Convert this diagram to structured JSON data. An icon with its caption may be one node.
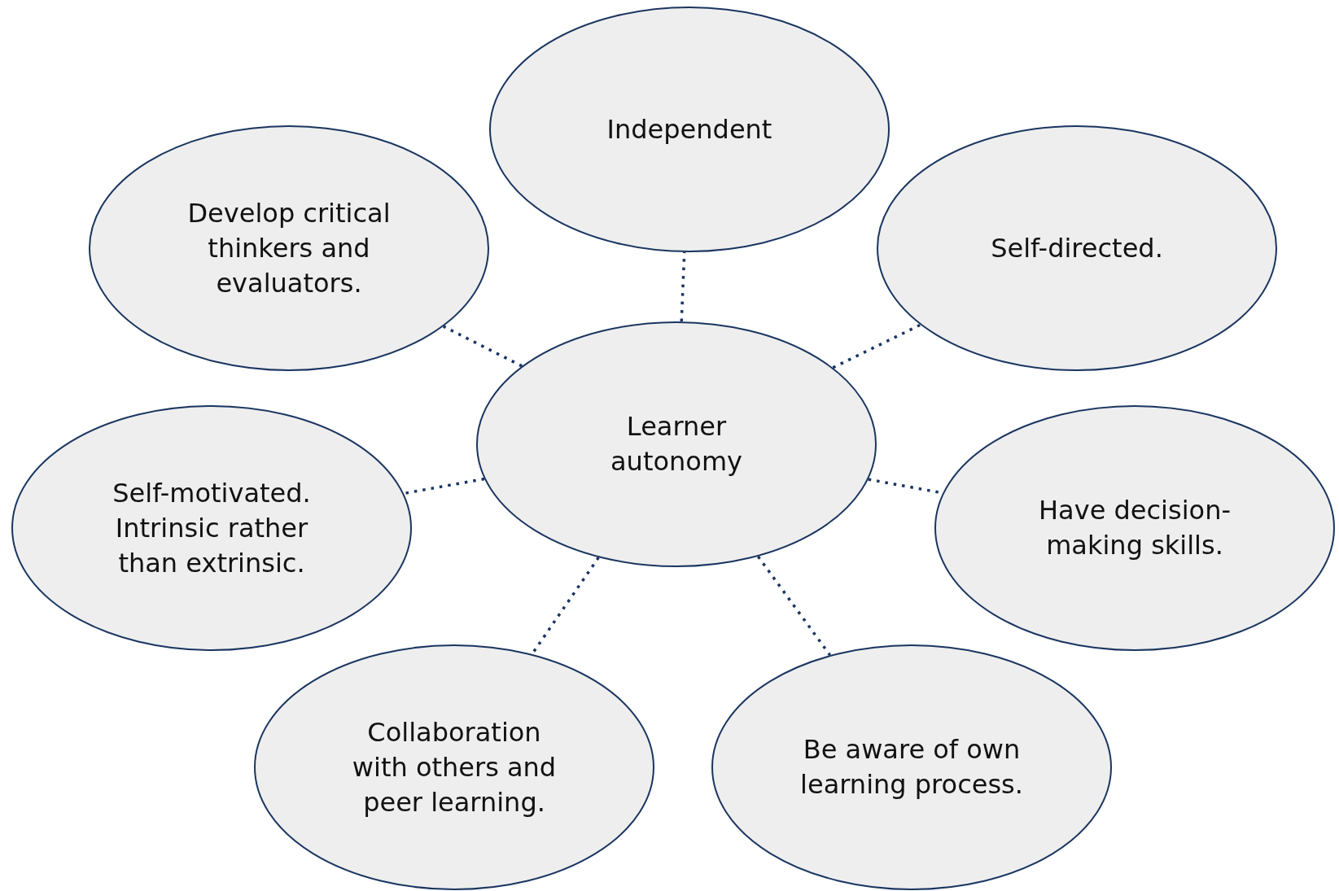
{
  "diagram": {
    "nodes": [
      {
        "text": [
          "Independent"
        ]
      },
      {
        "text": [
          "Develop critical thinkers and evaluators."
        ]
      },
      {
        "text": [
          "Self-directed."
        ]
      },
      {
        "text": [
          "Learner autonomy"
        ]
      },
      {
        "text": [
          "Self-motivated. Intrinsic rather than extrinsic."
        ]
      },
      {
        "text": [
          "Have decision-making skills."
        ]
      },
      {
        "text": [
          "Collaboration with others and peer learning."
        ]
      },
      {
        "text": [
          "Be aware of own learning process."
        ]
      }
    ],
    "edges": [
      {
        "from": 3,
        "to": 0,
        "arrow": "none"
      },
      {
        "from": 3,
        "to": 1,
        "arrow": "none"
      },
      {
        "from": 3,
        "to": 2,
        "arrow": "none"
      },
      {
        "from": 3,
        "to": 4,
        "arrow": "none"
      },
      {
        "from": 3,
        "to": 5,
        "arrow": "none"
      },
      {
        "from": 3,
        "to": 6,
        "arrow": "none"
      },
      {
        "from": 3,
        "to": 7,
        "arrow": "none"
      }
    ]
  }
}
